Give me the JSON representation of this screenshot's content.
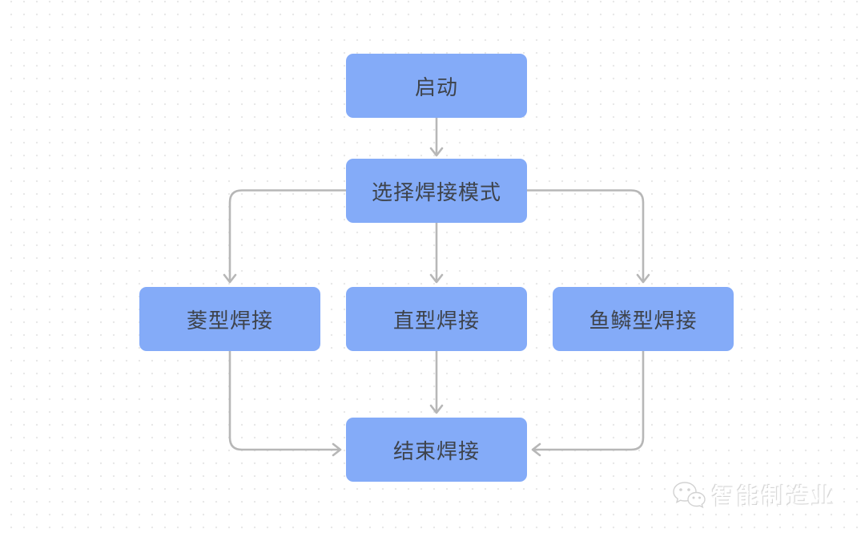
{
  "diagram": {
    "type": "flowchart",
    "language": "zh-CN",
    "nodes": [
      {
        "id": "start",
        "label": "启动"
      },
      {
        "id": "select-mode",
        "label": "选择焊接模式"
      },
      {
        "id": "diamond-weld",
        "label": "菱型焊接"
      },
      {
        "id": "straight-weld",
        "label": "直型焊接"
      },
      {
        "id": "fishscale-weld",
        "label": "鱼鳞型焊接"
      },
      {
        "id": "end-weld",
        "label": "结束焊接"
      }
    ],
    "edges": [
      {
        "from": "start",
        "to": "select-mode"
      },
      {
        "from": "select-mode",
        "to": "diamond-weld"
      },
      {
        "from": "select-mode",
        "to": "straight-weld"
      },
      {
        "from": "select-mode",
        "to": "fishscale-weld"
      },
      {
        "from": "diamond-weld",
        "to": "end-weld"
      },
      {
        "from": "straight-weld",
        "to": "end-weld"
      },
      {
        "from": "fishscale-weld",
        "to": "end-weld"
      }
    ],
    "colors": {
      "node_fill": "#84abf8",
      "node_text": "#3e434b",
      "connector": "#b7b7b7",
      "canvas_dot": "#e8e8e8",
      "canvas_bg": "#ffffff"
    }
  },
  "watermark": {
    "icon": "wechat-icon",
    "text": "智能制造业"
  }
}
